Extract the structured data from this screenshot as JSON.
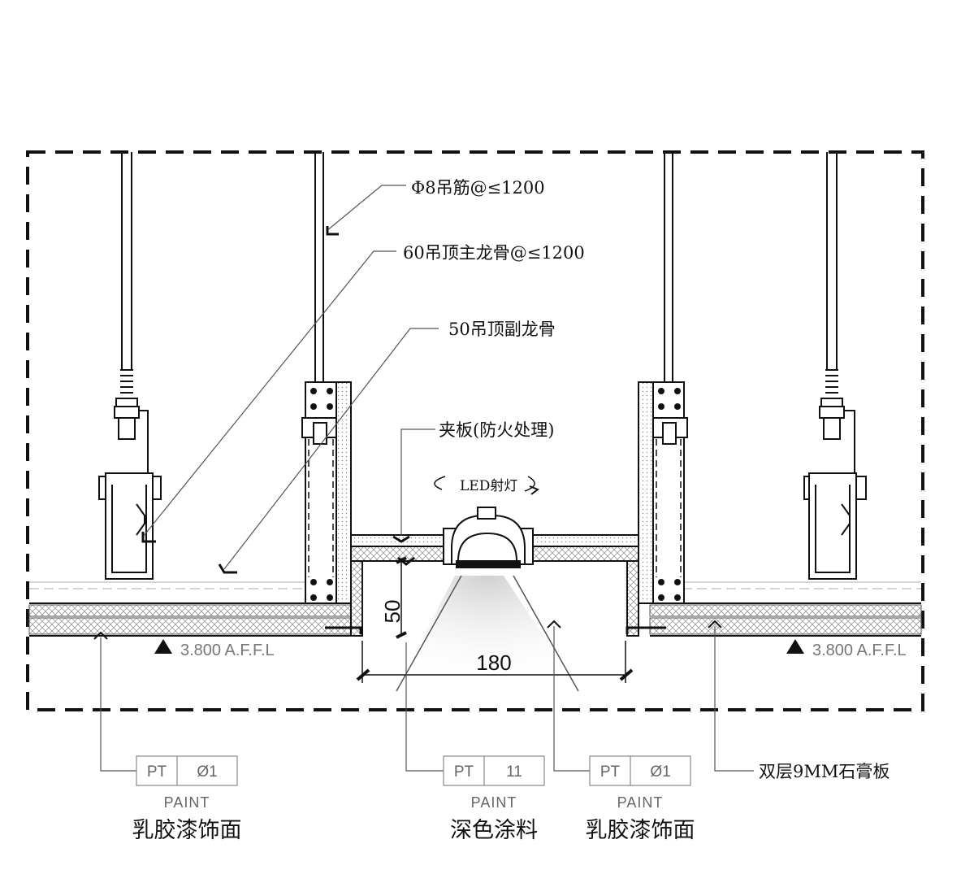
{
  "callouts": {
    "hanger_rod": "Φ8吊筋@≤1200",
    "main_keel": "60吊顶主龙骨@≤1200",
    "sub_keel": "50吊顶副龙骨",
    "plywood": "夹板(防火处理)",
    "led": "LED射灯",
    "gypsum": "双层9MM石膏板"
  },
  "dimensions": {
    "depth": "50",
    "width": "180"
  },
  "levels": {
    "left": "3.800 A.F.F.L",
    "right": "3.800 A.F.F.L"
  },
  "finish_tags": [
    {
      "code": "PT",
      "number": "Ø1",
      "kind": "PAINT",
      "caption": "乳胶漆饰面"
    },
    {
      "code": "PT",
      "number": "11",
      "kind": "PAINT",
      "caption": "深色涂料"
    },
    {
      "code": "PT",
      "number": "Ø1",
      "kind": "PAINT",
      "caption": "乳胶漆饰面"
    }
  ],
  "colors": {
    "line": "#111111",
    "grey_line": "#777777",
    "hatch": "#999999"
  }
}
